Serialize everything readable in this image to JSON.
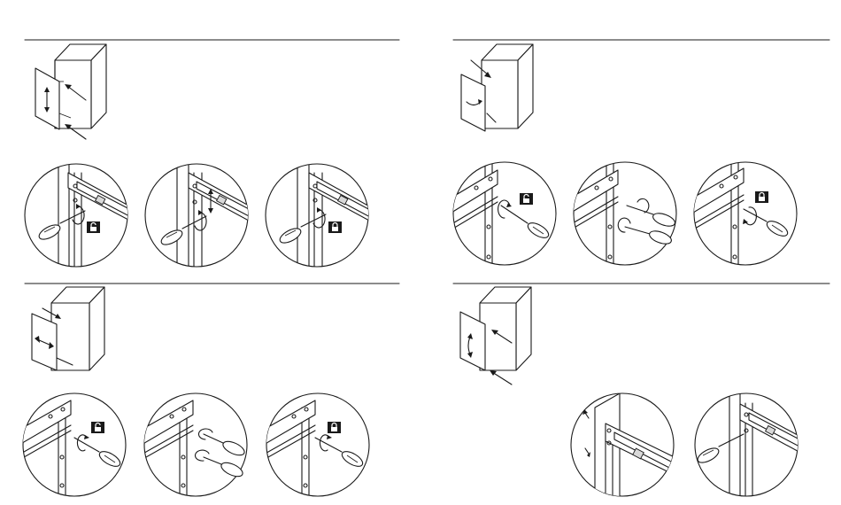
{
  "colors": {
    "line": "#1a1a1a",
    "background": "#ffffff",
    "screw_bolt": "#d9d9d9"
  },
  "icons": {
    "lock_closed": "lock-closed-icon",
    "lock_open": "lock-open-icon",
    "screwdriver": "screwdriver-icon",
    "rotate_arrow": "rotate-arrow-icon",
    "cabinet": "cabinet-drawer-icon"
  },
  "panels": [
    {
      "id": "vertical-adjust",
      "motion": "vertical",
      "circles": [
        {
          "lock": "open",
          "tool": "screwdriver"
        },
        {
          "lock": "none",
          "tool": "screwdriver",
          "motion": "vertical"
        },
        {
          "lock": "closed",
          "tool": "screwdriver"
        }
      ]
    },
    {
      "id": "tilt-adjust",
      "motion": "rotate",
      "circles": [
        {
          "lock": "open",
          "tool": "screwdriver"
        },
        {
          "lock": "none",
          "tool": "two-screwdrivers"
        },
        {
          "lock": "closed",
          "tool": "screwdriver"
        }
      ]
    },
    {
      "id": "lateral-adjust",
      "motion": "horizontal",
      "circles": [
        {
          "lock": "open",
          "tool": "screwdriver"
        },
        {
          "lock": "none",
          "tool": "two-screwdrivers"
        },
        {
          "lock": "closed",
          "tool": "screwdriver"
        }
      ]
    },
    {
      "id": "depth-adjust",
      "motion": "rotate-vertical",
      "circles": [
        {
          "lock": "none",
          "tool": "none",
          "motion": "vertical"
        },
        {
          "lock": "none",
          "tool": "screwdriver"
        }
      ]
    }
  ]
}
